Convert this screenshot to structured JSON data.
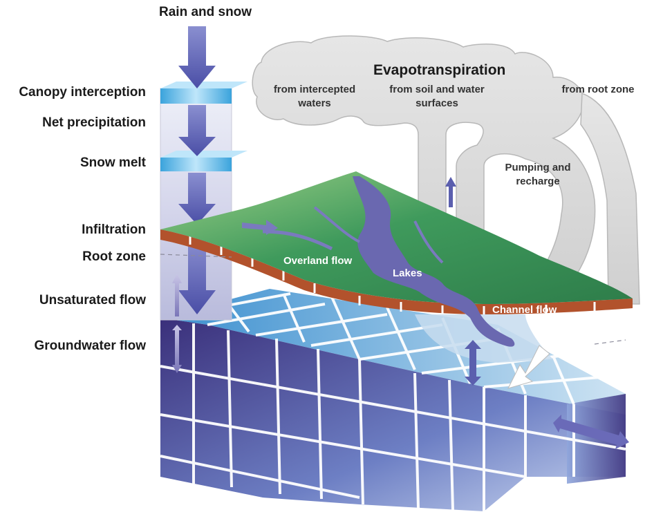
{
  "labels": {
    "rain_snow": "Rain and snow",
    "canopy": "Canopy interception",
    "net_precip": "Net precipitation",
    "snow_melt": "Snow melt",
    "infiltration": "Infiltration",
    "root_zone": "Root zone",
    "unsaturated": "Unsaturated flow",
    "groundwater": "Groundwater flow",
    "evapotranspiration": "Evapotranspiration",
    "from_intercepted": "from intercepted waters",
    "from_soil": "from soil and water surfaces",
    "from_root": "from root zone",
    "pumping": "Pumping and recharge",
    "overland": "Overland flow",
    "lakes": "Lakes",
    "channel": "Channel flow"
  },
  "colors": {
    "land_green": "#3e9a5a",
    "lake_purple": "#6a68b0",
    "soil_brown": "#b2522c",
    "aquifer_top": "#6fb7e0",
    "aquifer_side": "#4a4a9a",
    "arrow": "#5b5fae",
    "cloud": "#d4d4d4"
  }
}
